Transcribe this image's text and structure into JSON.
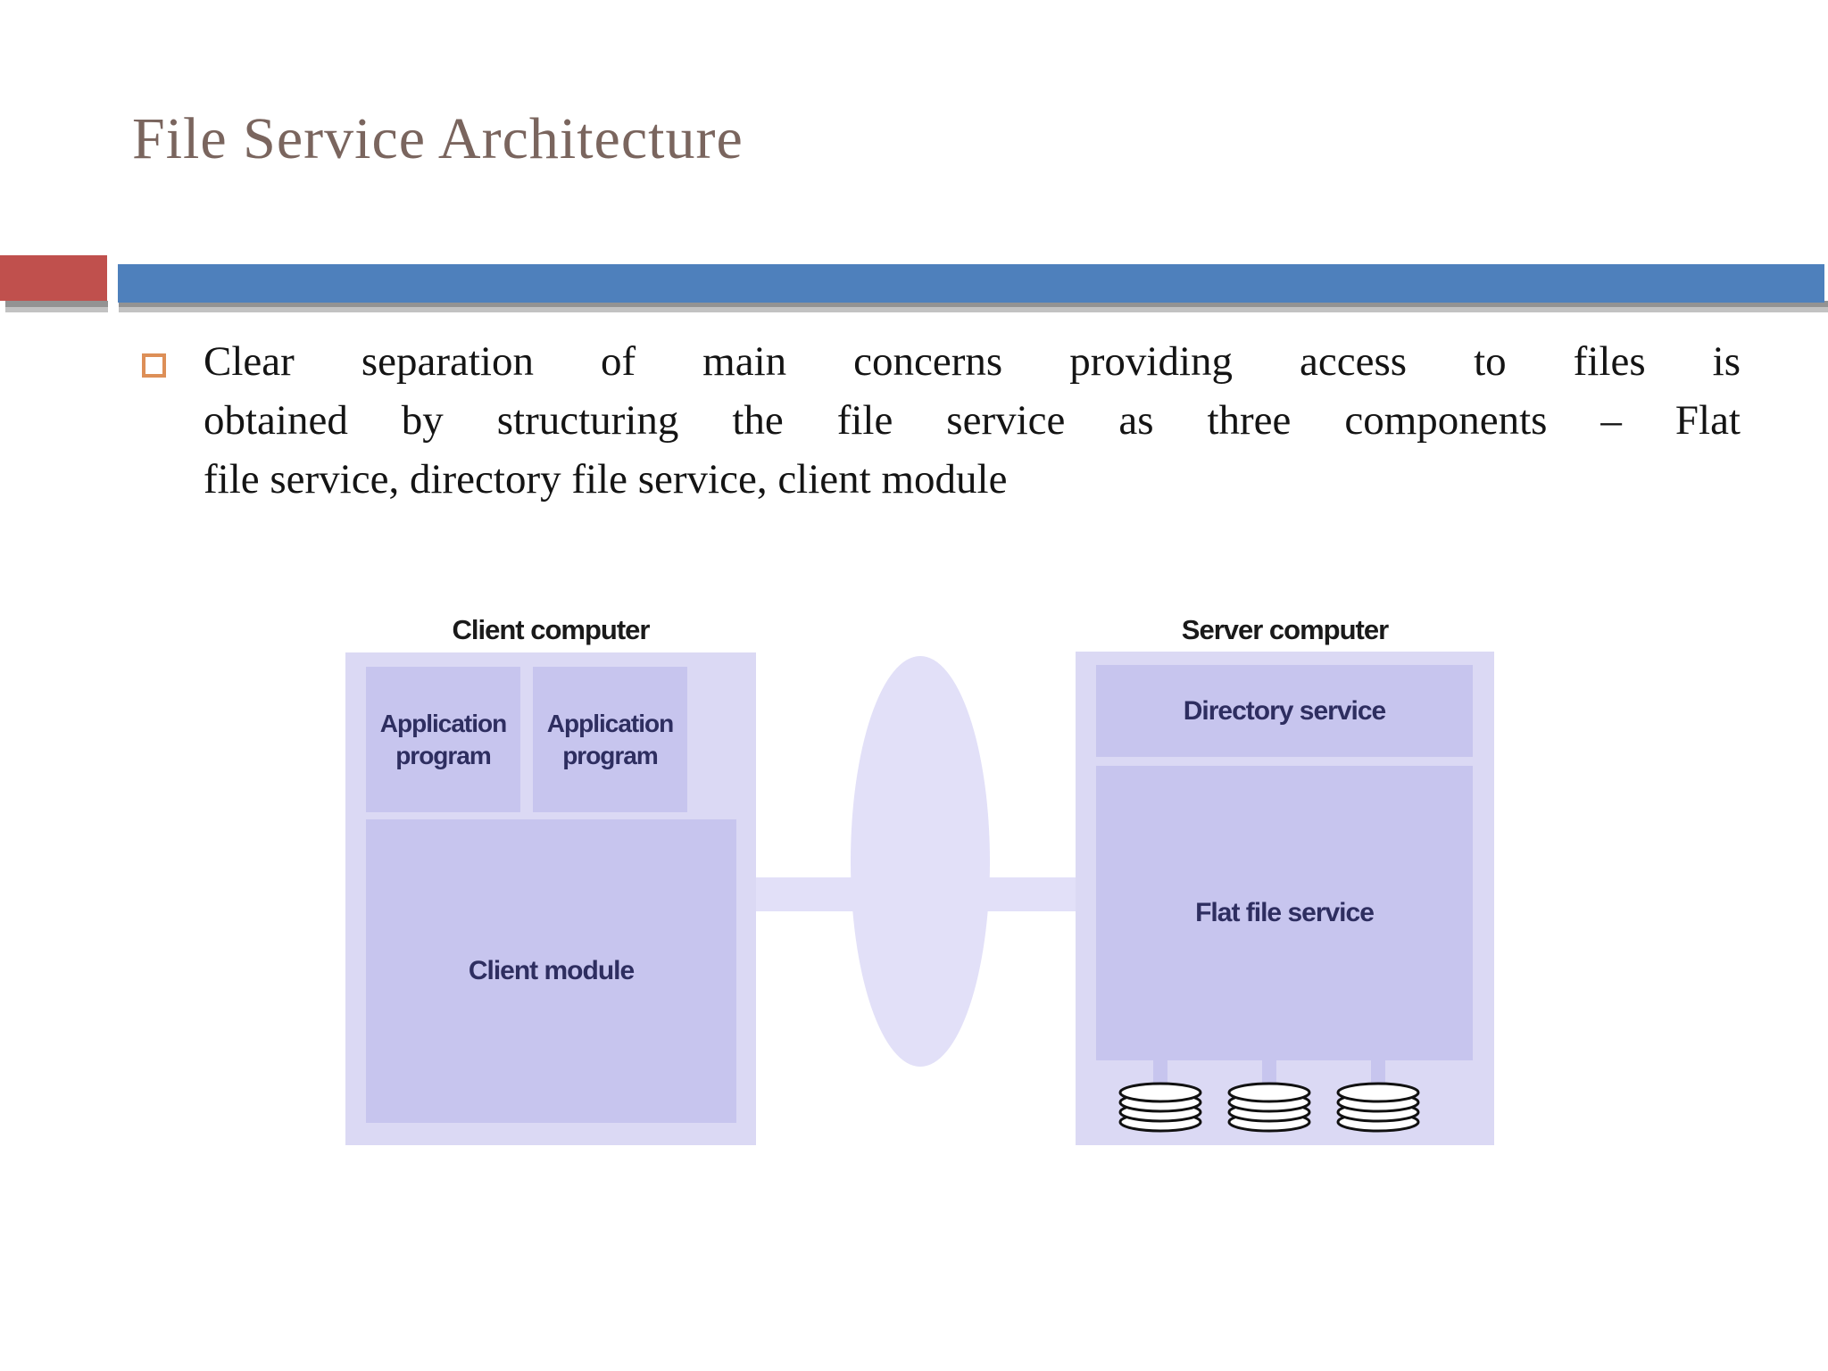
{
  "slide": {
    "title": "File Service Architecture",
    "bullet": {
      "marker": "square-outline",
      "lines": [
        "Clear separation of main concerns providing access to files is",
        "obtained by structuring the file service as three components – Flat",
        "file service, directory file service, client module"
      ]
    }
  },
  "diagram": {
    "client": {
      "label": "Client computer",
      "applications": [
        "Application program",
        "Application program"
      ],
      "client_module": "Client module"
    },
    "network": {
      "shape": "ellipse-with-links"
    },
    "server": {
      "label": "Server computer",
      "directory_service": "Directory service",
      "flat_file_service": "Flat file service",
      "disk_count": 3
    }
  },
  "colors": {
    "accent_red": "#c0504d",
    "accent_blue": "#4e80bc",
    "title_text": "#7a655e",
    "body_text": "#141414",
    "bullet_marker": "#dd8f57",
    "box_outer": "#dbd9f4",
    "box_inner": "#c7c5ee",
    "network_fill": "#e2e0f8",
    "diagram_text": "#2e2e60",
    "diagram_label_text": "#1a1a1a"
  }
}
